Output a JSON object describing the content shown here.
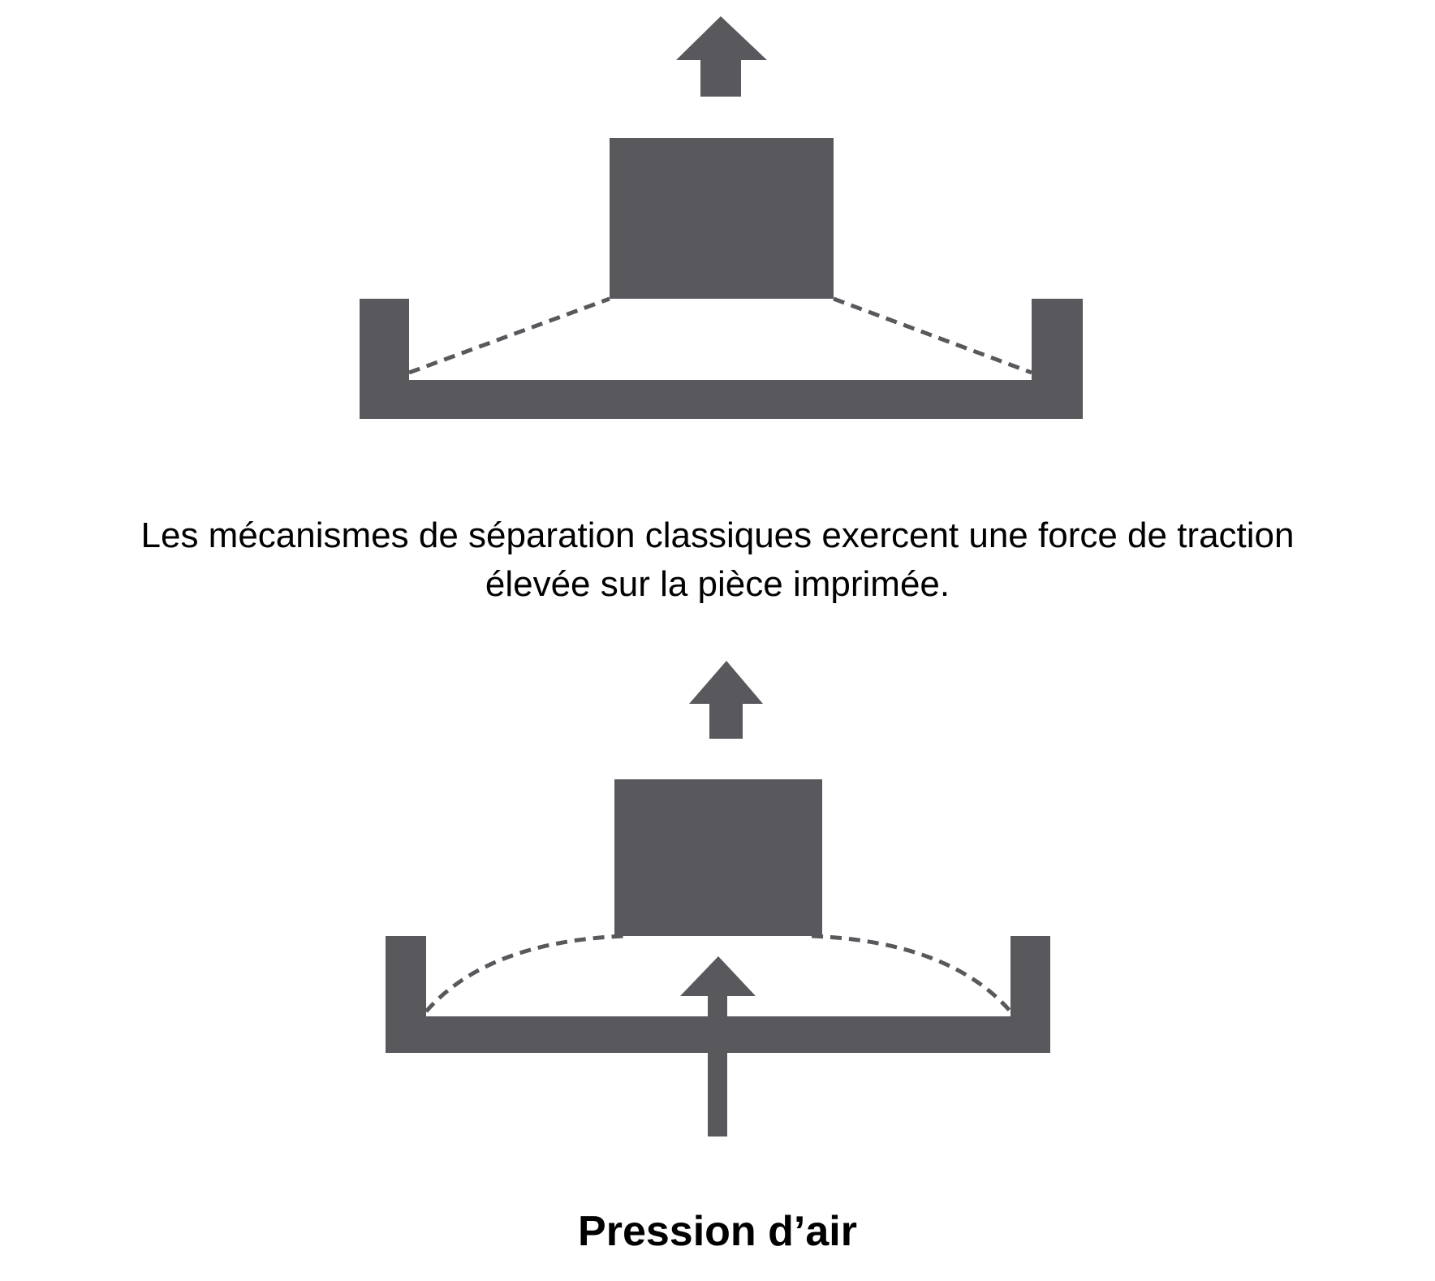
{
  "colors": {
    "shape": "#58585d",
    "background": "#ffffff"
  },
  "top_diagram": {
    "caption_line1": "Les mécanismes de séparation classiques exercent une force de traction",
    "caption_line2": "élevée sur la pièce imprimée."
  },
  "bottom_diagram": {
    "caption": "Pression d’air"
  }
}
